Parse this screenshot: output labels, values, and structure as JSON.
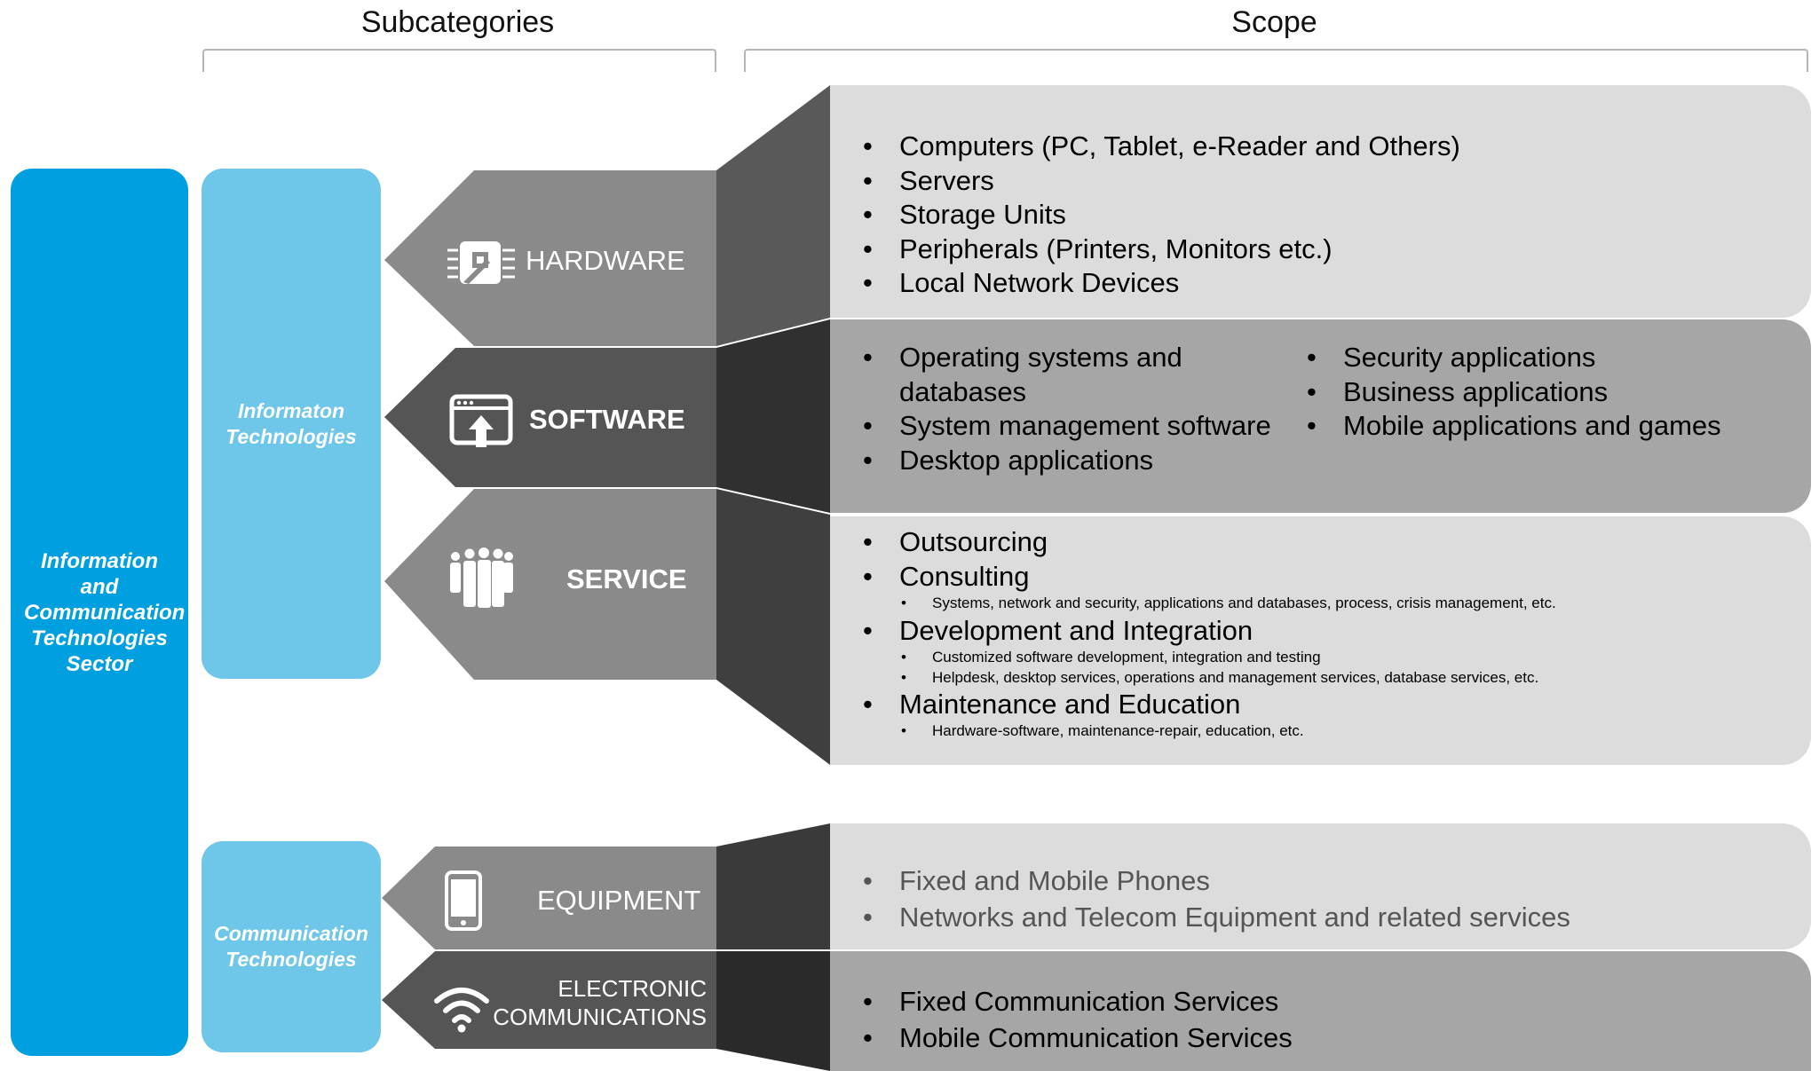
{
  "headers": {
    "subcategories": "Subcategories",
    "scope": "Scope"
  },
  "sector": {
    "label": "Information and Communication Technologies Sector"
  },
  "subcategories": [
    {
      "label": "Informaton Technologies"
    },
    {
      "label": "Communication Technologies"
    }
  ],
  "categories": {
    "hardware": {
      "label": "HARDWARE",
      "icon": "chip-icon"
    },
    "software": {
      "label": "SOFTWARE",
      "icon": "upload-window-icon"
    },
    "service": {
      "label": "SERVICE",
      "icon": "people-group-icon"
    },
    "equipment": {
      "label": "EQUIPMENT",
      "icon": "mobile-phone-icon"
    },
    "electronic": {
      "label_line1": "ELECTRONIC",
      "label_line2": "COMMUNICATIONS",
      "icon": "wifi-icon"
    }
  },
  "scope": {
    "hardware": [
      "Computers (PC, Tablet, e-Reader and Others)",
      "Servers",
      "Storage Units",
      "Peripherals (Printers, Monitors etc.)",
      "Local Network Devices"
    ],
    "software_left": [
      "Operating systems and databases",
      "System management software",
      "Desktop applications"
    ],
    "software_right": [
      "Security applications",
      "Business applications",
      "Mobile applications and games"
    ],
    "service": {
      "outsourcing": "Outsourcing",
      "consulting": "Consulting",
      "consulting_sub": [
        "Systems, network and security, applications and databases, process, crisis management, etc."
      ],
      "development": "Development and Integration",
      "development_sub": [
        "Customized software development, integration and testing",
        "Helpdesk, desktop services, operations and management services, database services, etc."
      ],
      "maintenance": "Maintenance and Education",
      "maintenance_sub": [
        "Hardware-software, maintenance-repair, education, etc."
      ]
    },
    "equipment": [
      "Fixed and Mobile Phones",
      "Networks and Telecom Equipment and related services"
    ],
    "electronic": [
      "Fixed Communication Services",
      "Mobile Communication Services"
    ]
  },
  "colors": {
    "sector": "#009fdf",
    "subcategory": "#6ec6e8",
    "hardware": "#8a8a8a",
    "software": "#555555",
    "service": "#8a8a8a",
    "equipment": "#8a8a8a",
    "electronic": "#555555",
    "scope_light": "#dcdcdc",
    "scope_mid": "#a6a6a6"
  }
}
